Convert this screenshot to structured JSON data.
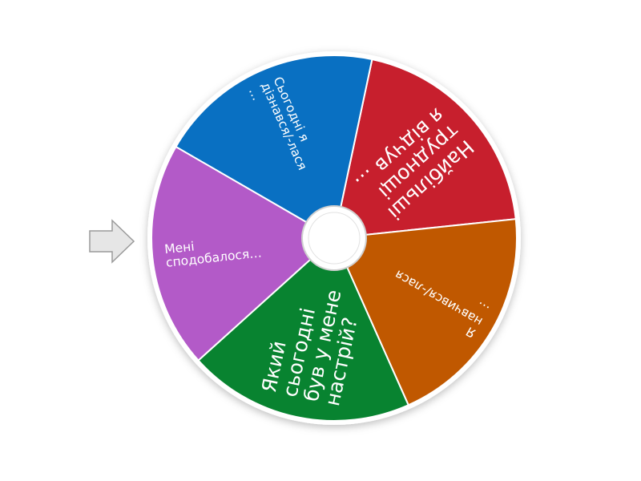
{
  "pointer": {
    "icon": "arrow-right-icon"
  },
  "wheel": {
    "start_angle_deg": 12,
    "segments": [
      {
        "lines": [
          "Найбільші",
          "труднощі",
          "я відчув …"
        ],
        "color": "#c71f2d",
        "size": "large"
      },
      {
        "lines": [
          "Я",
          "навчився/-лася",
          "…"
        ],
        "color": "#c05800",
        "size": "small"
      },
      {
        "lines": [
          "Який",
          "сьогодні",
          "був у мене",
          "настрій?"
        ],
        "color": "#088330",
        "size": "large"
      },
      {
        "lines": [
          "Мені",
          "сподобалося…"
        ],
        "color": "#b35ac8",
        "size": "small"
      },
      {
        "lines": [
          "Сьогодні я",
          "дізнався/-лася",
          "…"
        ],
        "color": "#0970c2",
        "size": "small"
      }
    ]
  }
}
